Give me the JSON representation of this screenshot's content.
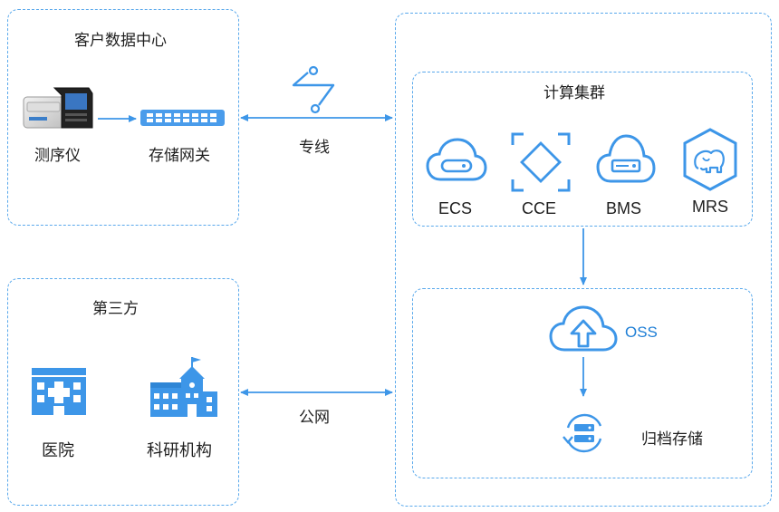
{
  "customer_dc": {
    "title": "客户数据中心",
    "sequencer_label": "测序仪",
    "gateway_label": "存储网关"
  },
  "third_party": {
    "title": "第三方",
    "hospital_label": "医院",
    "institute_label": "科研机构"
  },
  "links": {
    "dedicated_line": "专线",
    "public_network": "公网"
  },
  "cloud": {
    "compute_cluster": {
      "title": "计算集群",
      "services": [
        {
          "label": "ECS",
          "icon": "cloud-server-icon"
        },
        {
          "label": "CCE",
          "icon": "container-diamond-icon"
        },
        {
          "label": "BMS",
          "icon": "cloud-server-icon"
        },
        {
          "label": "MRS",
          "icon": "elephant-hexagon-icon"
        }
      ]
    },
    "storage": {
      "oss_label": "OSS",
      "archive_label": "归档存储"
    }
  },
  "colors": {
    "accent": "#3d96e8",
    "dashed_border": "#5aa9ec"
  }
}
